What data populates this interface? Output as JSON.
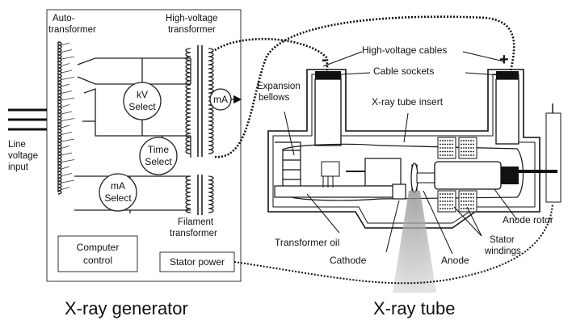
{
  "generator": {
    "autotransformer": [
      "Auto-",
      "transformer"
    ],
    "hv_transformer": [
      "High-voltage",
      "transformer"
    ],
    "kv_select": [
      "kV",
      "Select"
    ],
    "time_select": [
      "Time",
      "Select"
    ],
    "ma_select": [
      "mA",
      "Select"
    ],
    "ma_meter": "mA",
    "filament_transformer": [
      "Filament",
      "transformer"
    ],
    "computer_control": [
      "Computer",
      "control"
    ],
    "stator_power": "Stator power",
    "line_input": [
      "Line",
      "voltage",
      "input"
    ],
    "title": "X-ray generator"
  },
  "tube": {
    "hv_cables": "High-voltage cables",
    "cable_sockets": "Cable sockets",
    "minus": "-",
    "plus": "+",
    "expansion_bellows": [
      "Expansion",
      "bellows"
    ],
    "insert": "X-ray tube insert",
    "anode_rotor": "Anode rotor",
    "transformer_oil": "Transformer oil",
    "stator_windings": [
      "Stator",
      "windings"
    ],
    "cathode": "Cathode",
    "anode": "Anode",
    "title": "X-ray tube"
  }
}
